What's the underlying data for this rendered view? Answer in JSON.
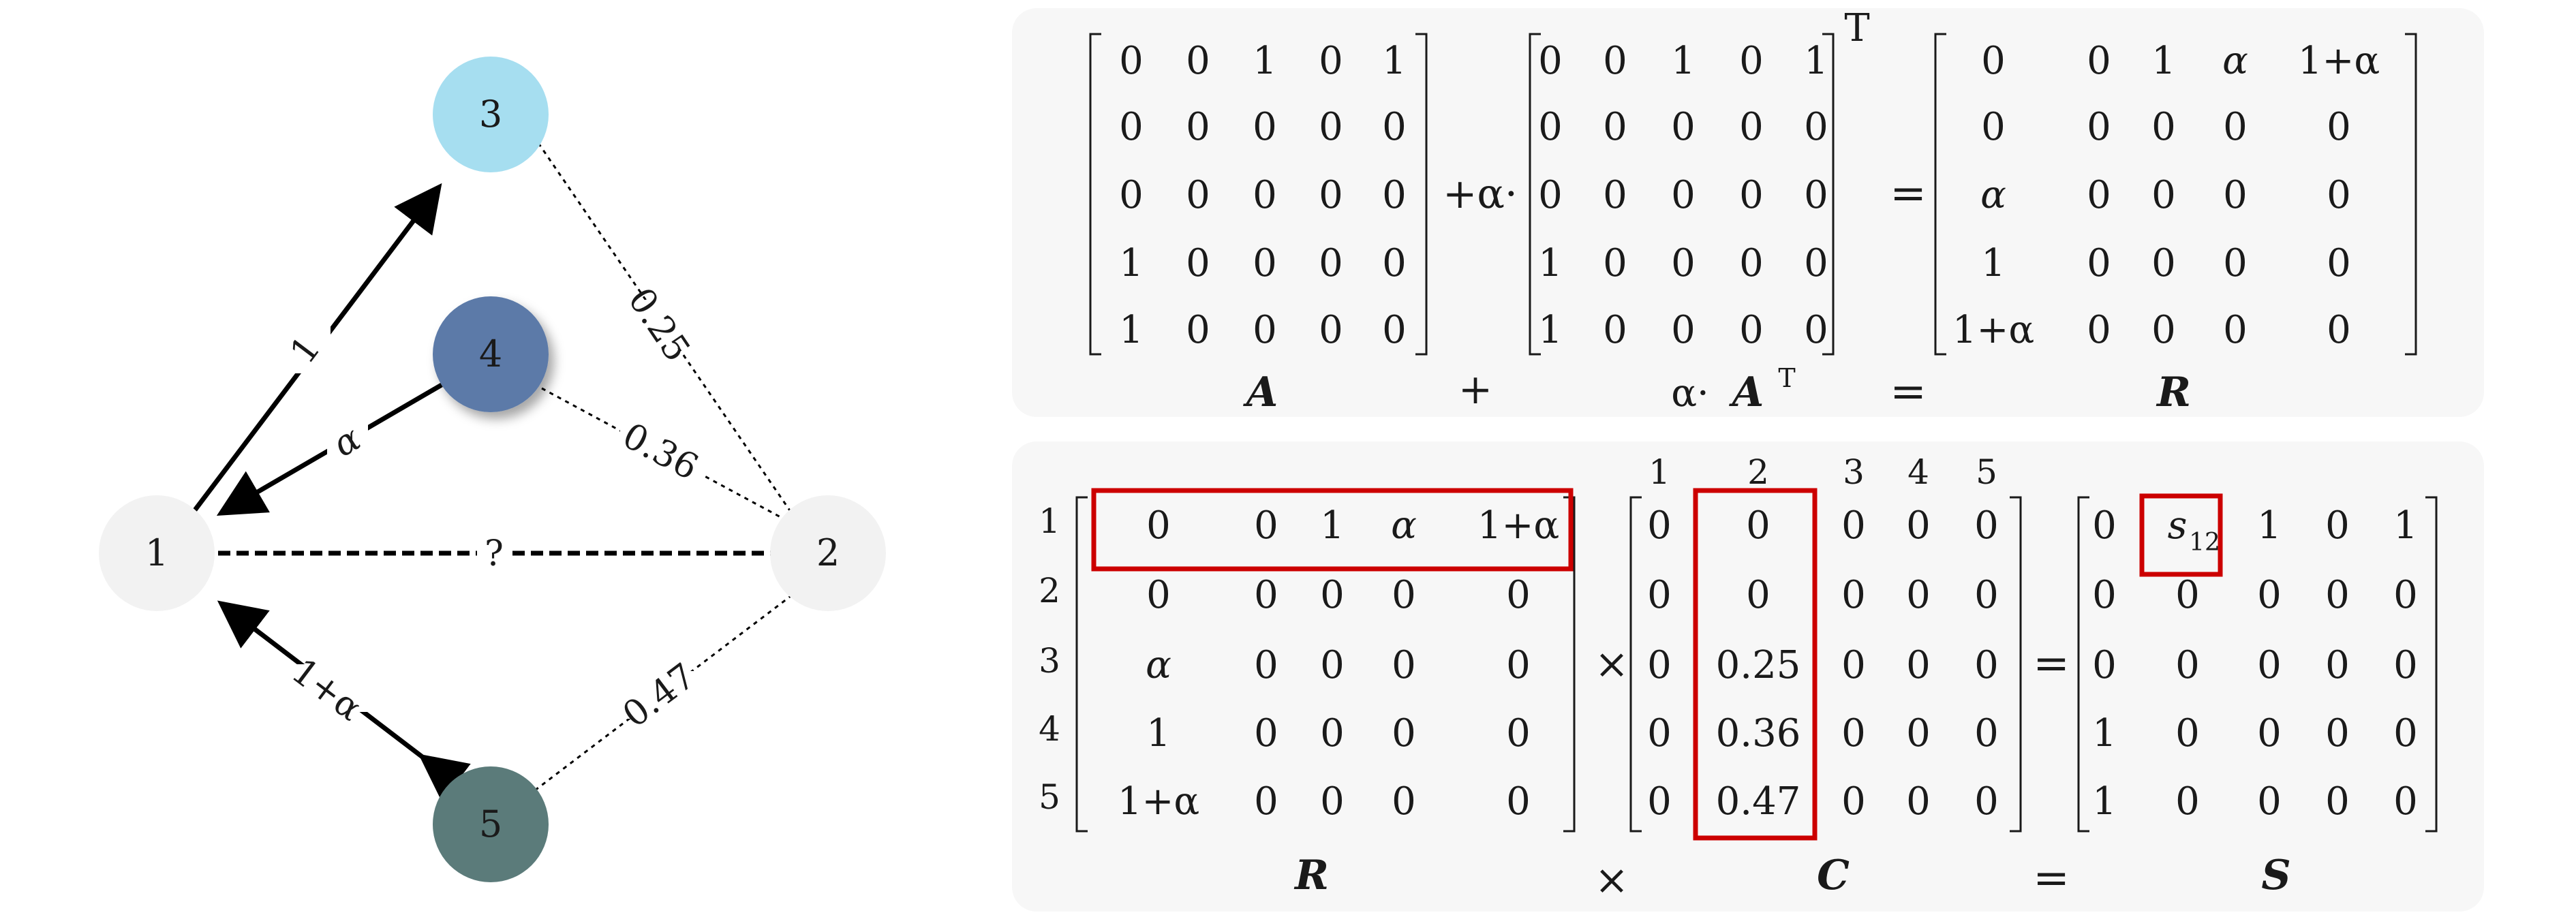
{
  "graph": {
    "nodes": [
      {
        "id": "1",
        "label": "1",
        "color": "#f2f2f2"
      },
      {
        "id": "2",
        "label": "2",
        "color": "#f2f2f2"
      },
      {
        "id": "3",
        "label": "3",
        "color": "#a6def0"
      },
      {
        "id": "4",
        "label": "4",
        "color": "#5b7aa8"
      },
      {
        "id": "5",
        "label": "5",
        "color": "#5b7b7a"
      }
    ],
    "edges": [
      {
        "from": "1",
        "to": "3",
        "label": "1",
        "style": "solid-arrow"
      },
      {
        "from": "4",
        "to": "1",
        "label": "α",
        "style": "solid-arrow"
      },
      {
        "from": "5",
        "to": "1",
        "label": "1+α",
        "style": "solid-double-arrow"
      },
      {
        "from": "1",
        "to": "2",
        "label": "?",
        "style": "dashed"
      },
      {
        "from": "3",
        "to": "2",
        "label": "0.25",
        "style": "dotted"
      },
      {
        "from": "4",
        "to": "2",
        "label": "0.36",
        "style": "dotted"
      },
      {
        "from": "5",
        "to": "2",
        "label": "0.47",
        "style": "dotted"
      }
    ]
  },
  "top_equation": {
    "A": [
      [
        "0",
        "0",
        "1",
        "0",
        "1"
      ],
      [
        "0",
        "0",
        "0",
        "0",
        "0"
      ],
      [
        "0",
        "0",
        "0",
        "0",
        "0"
      ],
      [
        "1",
        "0",
        "0",
        "0",
        "0"
      ],
      [
        "1",
        "0",
        "0",
        "0",
        "0"
      ]
    ],
    "plus_alpha": "+α·",
    "AT": [
      [
        "0",
        "0",
        "1",
        "0",
        "1"
      ],
      [
        "0",
        "0",
        "0",
        "0",
        "0"
      ],
      [
        "0",
        "0",
        "0",
        "0",
        "0"
      ],
      [
        "1",
        "0",
        "0",
        "0",
        "0"
      ],
      [
        "1",
        "0",
        "0",
        "0",
        "0"
      ]
    ],
    "transpose_mark": "T",
    "equals": "=",
    "R": [
      [
        "0",
        "0",
        "1",
        "α",
        "1+α"
      ],
      [
        "0",
        "0",
        "0",
        "0",
        "0"
      ],
      [
        "α",
        "0",
        "0",
        "0",
        "0"
      ],
      [
        "1",
        "0",
        "0",
        "0",
        "0"
      ],
      [
        "1+α",
        "0",
        "0",
        "0",
        "0"
      ]
    ],
    "labels": {
      "A": "A",
      "plus": "+",
      "alphaAT_prefix": "α·",
      "alphaAT_matrix": "A",
      "alphaAT_sup": "T",
      "eq": "=",
      "R": "R"
    }
  },
  "bottom_equation": {
    "row_labels": [
      "1",
      "2",
      "3",
      "4",
      "5"
    ],
    "col_labels": [
      "1",
      "2",
      "3",
      "4",
      "5"
    ],
    "R": [
      [
        "0",
        "0",
        "1",
        "α",
        "1+α"
      ],
      [
        "0",
        "0",
        "0",
        "0",
        "0"
      ],
      [
        "α",
        "0",
        "0",
        "0",
        "0"
      ],
      [
        "1",
        "0",
        "0",
        "0",
        "0"
      ],
      [
        "1+α",
        "0",
        "0",
        "0",
        "0"
      ]
    ],
    "times": "×",
    "C": [
      [
        "0",
        "0",
        "0",
        "0",
        "0"
      ],
      [
        "0",
        "0",
        "0",
        "0",
        "0"
      ],
      [
        "0",
        "0.25",
        "0",
        "0",
        "0"
      ],
      [
        "0",
        "0.36",
        "0",
        "0",
        "0"
      ],
      [
        "0",
        "0.47",
        "0",
        "0",
        "0"
      ]
    ],
    "equals": "=",
    "S": [
      [
        "0",
        "s12",
        "1",
        "0",
        "1"
      ],
      [
        "0",
        "0",
        "0",
        "0",
        "0"
      ],
      [
        "0",
        "0",
        "0",
        "0",
        "0"
      ],
      [
        "1",
        "0",
        "0",
        "0",
        "0"
      ],
      [
        "1",
        "0",
        "0",
        "0",
        "0"
      ]
    ],
    "s12_base": "s",
    "s12_sub": "12",
    "labels": {
      "R": "R",
      "times": "×",
      "C": "C",
      "eq": "=",
      "S": "S"
    },
    "highlight_color": "#cc0000"
  },
  "panel_color": "#f7f7f7"
}
